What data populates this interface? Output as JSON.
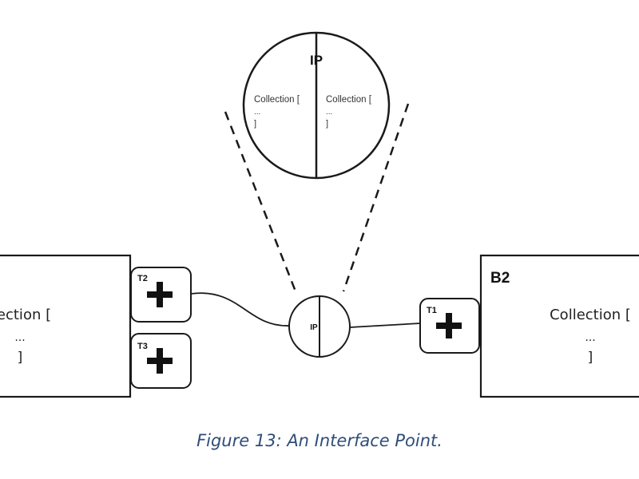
{
  "diagram": {
    "magnified_ip": {
      "label": "IP",
      "left_collection": [
        "Collection [",
        "...",
        "]"
      ],
      "right_collection": [
        "Collection [",
        "...",
        "]"
      ]
    },
    "small_ip": {
      "label": "IP"
    },
    "left_block": {
      "lines": [
        "llection [",
        "...",
        "]"
      ]
    },
    "right_block": {
      "title": "B2",
      "lines": [
        "Collection [",
        "...",
        "]"
      ]
    },
    "terminals": {
      "t1": {
        "label": "T1",
        "symbol": "plus-icon"
      },
      "t2": {
        "label": "T2",
        "symbol": "plus-icon"
      },
      "t3": {
        "label": "T3",
        "symbol": "plus-icon"
      }
    }
  },
  "caption": "Figure 13: An Interface Point.",
  "colors": {
    "stroke": "#1a1a1a",
    "caption": "#2f4d79"
  }
}
